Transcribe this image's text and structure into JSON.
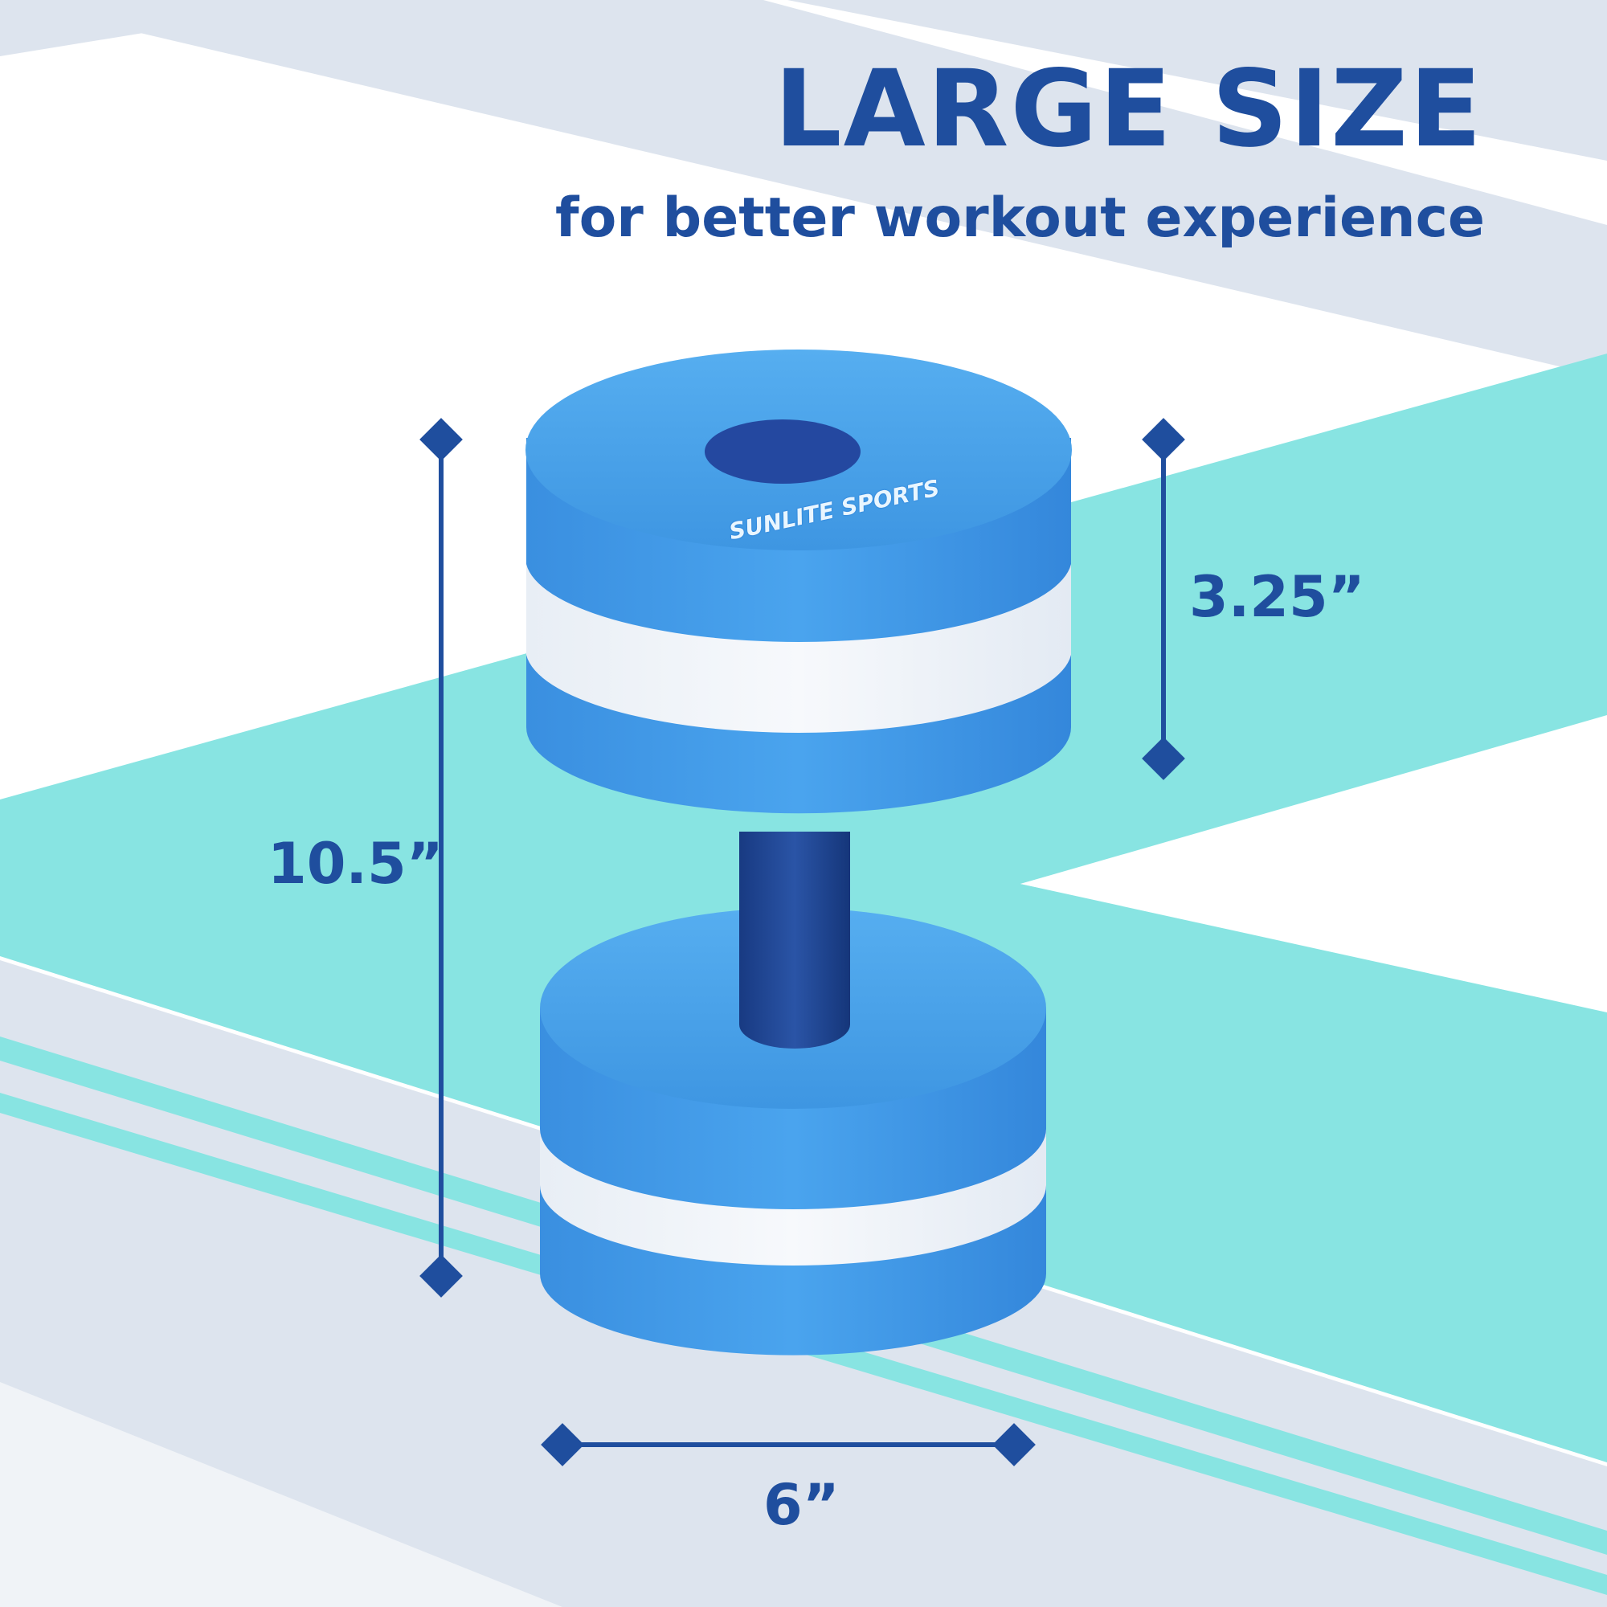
{
  "heading": {
    "title": "LARGE SIZE",
    "subtitle": "for better workout experience"
  },
  "dimensions": {
    "total_height": "10.5”",
    "disc_thickness": "3.25”",
    "diameter": "6”"
  },
  "brand": {
    "logo_text": "SUNLITE SPORTS"
  },
  "colors": {
    "accent_navy": "#1f4e9e",
    "foam_blue": "#3b98e6",
    "foam_white": "#f2f6fa",
    "teal_band": "#88e4e2",
    "pale_band": "#dde4ee",
    "handle_navy": "#1c3f8a"
  }
}
